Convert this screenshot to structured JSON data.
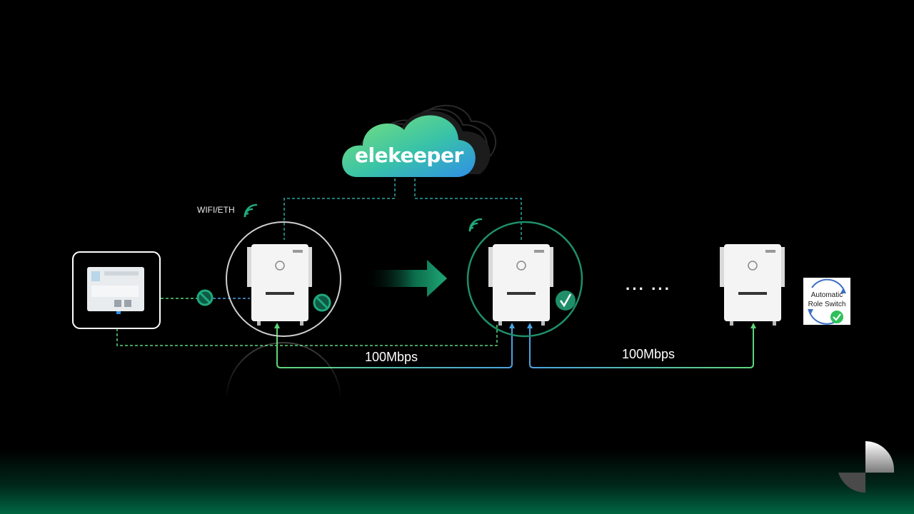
{
  "cloud": {
    "brand": "elekeeper"
  },
  "connections": {
    "master_link_label": "WIFI/ETH",
    "link_speed_left": "100Mbps",
    "link_speed_right": "100Mbps"
  },
  "ellipsis": "··· ···",
  "role_switch": {
    "label": "Automatic Role Switch"
  },
  "colors": {
    "green_line": "#5ed67a",
    "blue_line": "#4aa3e0",
    "dashed_teal": "#2fa5a5",
    "dashed_green": "#5ed67a",
    "active_ring": "#1f8f6a",
    "inactive_ring": "#cfcfcf",
    "prohibited": "#1faa7e",
    "ok_badge": "#1f8f6a",
    "accent": "#00a36c"
  },
  "icons": {
    "cloud": "cloud-icon",
    "wifi": "wifi-icon",
    "prohibited": "prohibited-icon",
    "check": "check-icon",
    "arrow": "arrow-right-icon",
    "meter": "smart-meter-icon",
    "inverter": "inverter-icon",
    "logo": "brand-logo-icon"
  }
}
